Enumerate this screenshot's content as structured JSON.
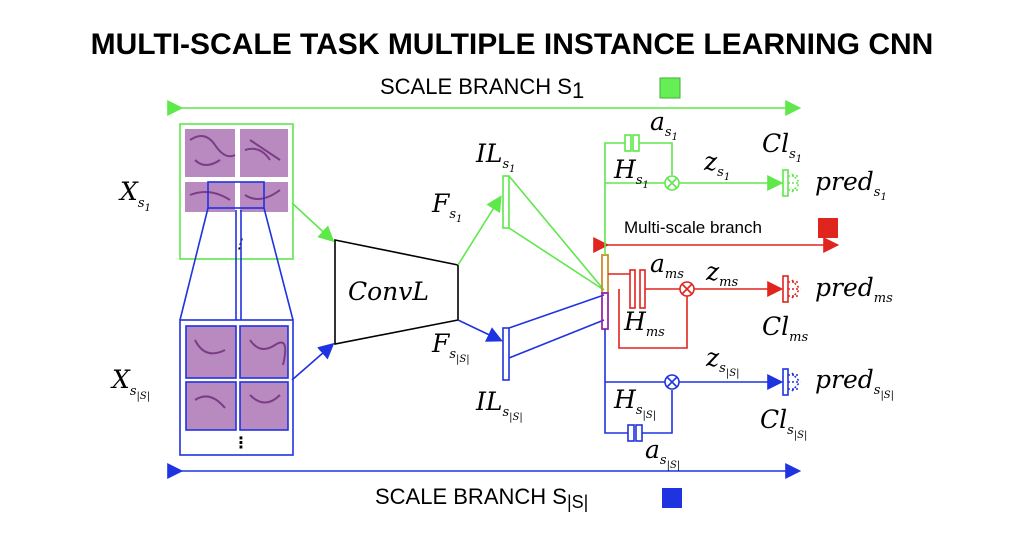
{
  "title": "MULTI-SCALE TASK MULTIPLE INSTANCE LEARNING CNN",
  "scale_branch_top": {
    "text": "SCALE BRANCH S",
    "sub": "1",
    "color": "#66ee55"
  },
  "scale_branch_bottom": {
    "text": "SCALE BRANCH S",
    "sub": "|S|",
    "color": "#1f33e0"
  },
  "multiscale_branch": {
    "text": "Multi-scale branch",
    "color": "#e0241e"
  },
  "inputs": {
    "top": {
      "base": "X",
      "sub": "s",
      "subsub": "1"
    },
    "bottom": {
      "base": "X",
      "sub": "s",
      "subsub": "|S|"
    },
    "ellipsis": "⋮"
  },
  "conv": {
    "label": "ConvL"
  },
  "features": {
    "top": {
      "base": "F",
      "sub": "s",
      "subsub": "1"
    },
    "bottom": {
      "base": "F",
      "sub": "s",
      "subsub": "|S|"
    }
  },
  "instance_layers": {
    "top": {
      "base": "IL",
      "sub": "s",
      "subsub": "1"
    },
    "bottom": {
      "base": "IL",
      "sub": "s",
      "subsub": "|S|"
    }
  },
  "branch_s1": {
    "attention": {
      "base": "a",
      "sub": "s",
      "subsub": "1"
    },
    "hidden": {
      "base": "H",
      "sub": "s",
      "subsub": "1"
    },
    "aggregate": {
      "base": "z",
      "sub": "s",
      "subsub": "1"
    },
    "classifier": {
      "base": "Cl",
      "sub": "s",
      "subsub": "1"
    },
    "prediction": {
      "base": "pred",
      "sub": "s",
      "subsub": "1"
    }
  },
  "branch_ms": {
    "attention": {
      "base": "a",
      "sub": "ms"
    },
    "hidden": {
      "base": "H",
      "sub": "ms"
    },
    "aggregate": {
      "base": "z",
      "sub": "ms"
    },
    "classifier": {
      "base": "Cl",
      "sub": "ms"
    },
    "prediction": {
      "base": "pred",
      "sub": "ms"
    }
  },
  "branch_sS": {
    "attention": {
      "base": "a",
      "sub": "s",
      "subsub": "|S|"
    },
    "hidden": {
      "base": "H",
      "sub": "s",
      "subsub": "|S|"
    },
    "aggregate": {
      "base": "z",
      "sub": "s",
      "subsub": "|S|"
    },
    "classifier": {
      "base": "Cl",
      "sub": "s",
      "subsub": "|S|"
    },
    "prediction": {
      "base": "pred",
      "sub": "s",
      "subsub": "|S|"
    }
  },
  "colors": {
    "green": "#5ee84a",
    "blue": "#1f33e0",
    "red": "#e0241e",
    "orange": "#d08a2a",
    "purple": "#9a2aa8"
  }
}
